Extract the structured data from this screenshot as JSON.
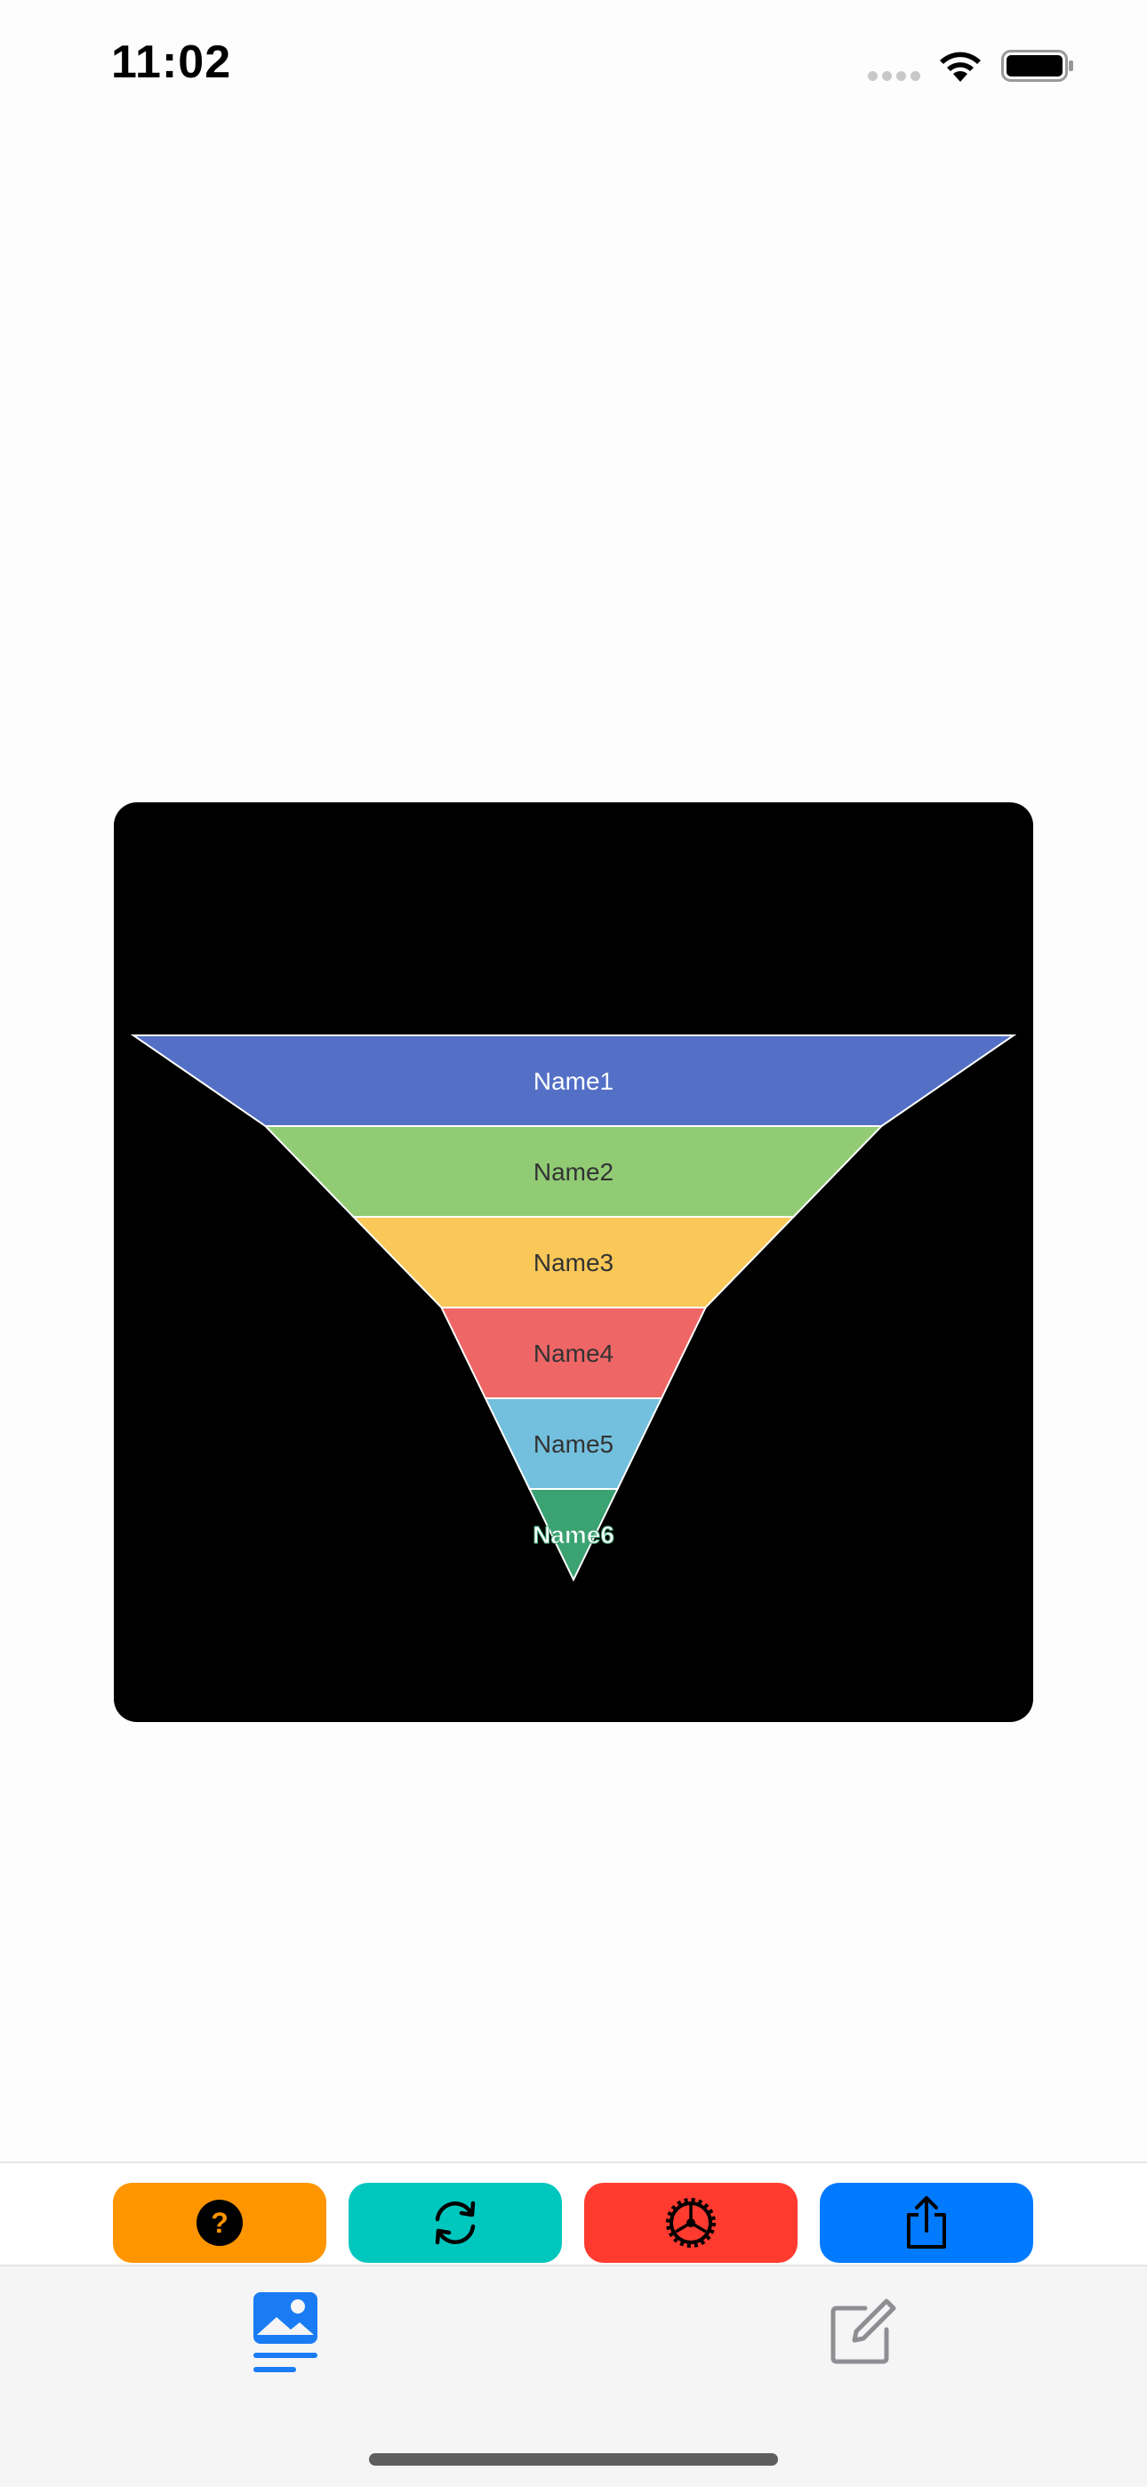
{
  "status_bar": {
    "time": "11:02",
    "icons": [
      "cellular-signal-icon",
      "wifi-icon",
      "battery-icon"
    ]
  },
  "chart_data": {
    "type": "funnel",
    "categories": [
      "Name1",
      "Name2",
      "Name3",
      "Name4",
      "Name5",
      "Name6"
    ],
    "values": [
      100,
      70,
      50,
      30,
      20,
      10
    ],
    "colors": [
      "#5470c6",
      "#91cc75",
      "#fac858",
      "#ee6666",
      "#73c0de",
      "#3ba272"
    ],
    "label_colors": [
      "#ffffff",
      "#333333",
      "#333333",
      "#333333",
      "#333333",
      "#ffffff"
    ],
    "background": "#000000"
  },
  "toolbar": {
    "buttons": [
      {
        "name": "help-button",
        "icon": "question-mark-icon",
        "color": "#ff9500"
      },
      {
        "name": "refresh-button",
        "icon": "refresh-icon",
        "color": "#00c7be"
      },
      {
        "name": "settings-button",
        "icon": "gear-icon",
        "color": "#ff3b30"
      },
      {
        "name": "share-button",
        "icon": "share-icon",
        "color": "#007aff"
      }
    ]
  },
  "tab_bar": {
    "tabs": [
      {
        "name": "tab-gallery",
        "icon": "photo-list-icon",
        "selected": true,
        "color": "#1a7cf5"
      },
      {
        "name": "tab-edit",
        "icon": "compose-icon",
        "selected": false,
        "color": "#8e8e93"
      }
    ]
  }
}
